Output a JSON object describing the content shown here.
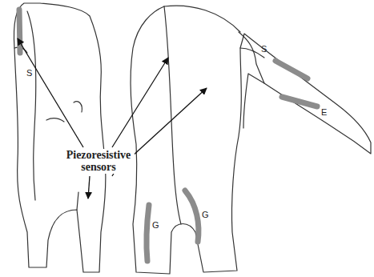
{
  "diagram": {
    "labels": [
      "Piezoresistive sensors",
      "S",
      "S",
      "E",
      "G",
      "G"
    ]
  }
}
